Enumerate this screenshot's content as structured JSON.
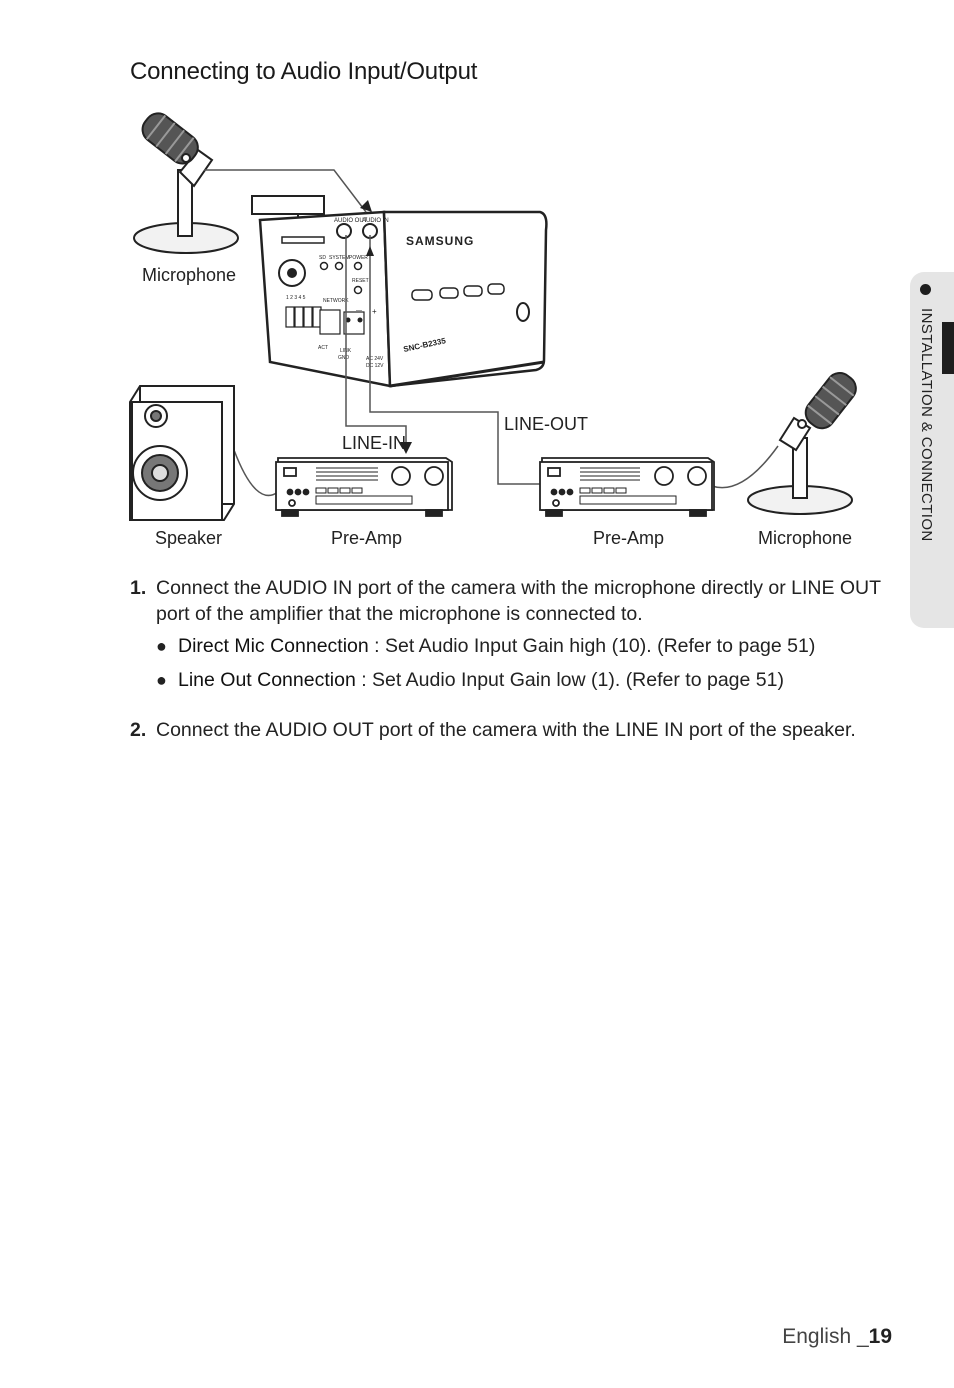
{
  "header": {
    "title": "Connecting to Audio Input/Output"
  },
  "diagram": {
    "labels": {
      "mic_top": "Microphone",
      "speaker": "Speaker",
      "preamp_left": "Pre-Amp",
      "preamp_right": "Pre-Amp",
      "mic_right": "Microphone",
      "line_in": "LINE-IN",
      "line_out": "LINE-OUT"
    },
    "camera": {
      "brand": "SAMSUNG",
      "model": "SNC-B2335",
      "audio_out": "AUDIO OUT",
      "audio_in": "AUDIO IN",
      "sd": "SD",
      "system": "SYSTEM",
      "power": "POWER",
      "reset": "RESET",
      "network": "NETWORK",
      "pins": "1 2 3 4 5",
      "act": "ACT",
      "link": "LINK",
      "gnd": "GND",
      "ac24": "AC 24V",
      "dc12": "DC 12V",
      "plus": "+",
      "minus": "—"
    }
  },
  "steps": [
    {
      "num": "1.",
      "text": "Connect the AUDIO IN port of the camera with the microphone directly or LINE OUT port of the amplifier that the microphone is connected to.",
      "bullets": [
        {
          "term": "Direct Mic Connection",
          "desc": " : Set Audio Input Gain high (10). (Refer to page 51)"
        },
        {
          "term": "Line Out Connection",
          "desc": " : Set Audio Input Gain low (1). (Refer to page 51)"
        }
      ]
    },
    {
      "num": "2.",
      "text": "Connect the AUDIO OUT port of the camera with the LINE IN port of the speaker."
    }
  ],
  "side_tab": {
    "bullet": "●",
    "label": "INSTALLATION & CONNECTION"
  },
  "footer": {
    "language": "English _",
    "page": "19"
  }
}
